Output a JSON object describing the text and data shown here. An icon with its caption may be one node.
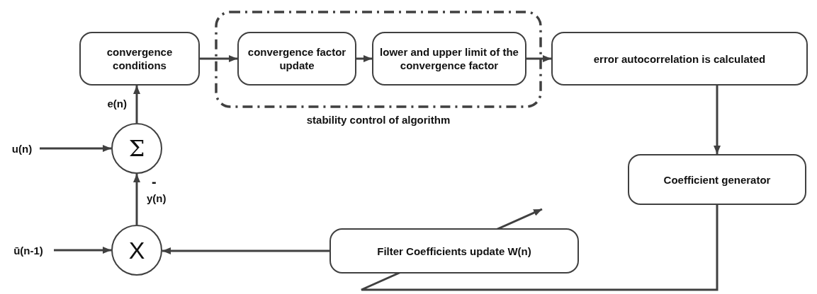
{
  "diagram": {
    "nodes": [
      {
        "text": [
          "convergence conditions"
        ]
      },
      {
        "text": [],
        "shape": "box",
        "beside": [
          "stability control of algorithm"
        ]
      },
      {
        "text": [
          "convergence factor update"
        ],
        "in": 1
      },
      {
        "text": [
          "lower and upper limit of the convergence factor"
        ],
        "in": 1
      },
      {
        "text": [
          "error autocorrelation is calculated"
        ]
      },
      {
        "text": [
          "Coefficient generator"
        ]
      },
      {
        "text": [
          "Σ"
        ]
      },
      {
        "text": [
          "X"
        ]
      },
      {
        "text": [
          "Filter Coefficients update W(n)"
        ]
      },
      {
        "text": [
          "u(n)"
        ]
      },
      {
        "text": [
          "ū(n-1)"
        ]
      }
    ],
    "edges": [
      {
        "from": 0,
        "to": 2,
        "arrow": "to"
      },
      {
        "from": 2,
        "to": 3,
        "arrow": "to"
      },
      {
        "from": 3,
        "to": 4,
        "arrow": "to"
      },
      {
        "from": 4,
        "to": 5,
        "arrow": "to"
      },
      {
        "from": 5,
        "to": 8,
        "arrow": "to"
      },
      {
        "from": 8,
        "to": 7,
        "arrow": "to"
      },
      {
        "from": 7,
        "to": 6,
        "arrow": "to",
        "label": "y(n)"
      },
      {
        "from": 6,
        "to": 0,
        "arrow": "to",
        "label": "e(n)"
      },
      {
        "from": 9,
        "to": 6,
        "arrow": "to"
      },
      {
        "from": 10,
        "to": 7,
        "arrow": "to"
      }
    ],
    "labels": [
      "-"
    ]
  }
}
